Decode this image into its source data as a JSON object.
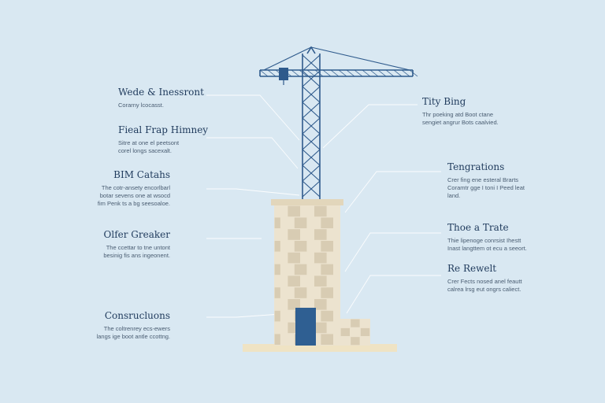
{
  "colors": {
    "background": "#d9e8f2",
    "crane": "#2e5a8c",
    "brick_light": "#ece3cf",
    "brick_dark": "#d8ccb3",
    "door": "#2f5f92",
    "ground": "#efe3c4",
    "leader_line": "#ffffff",
    "title_text": "#1f3a5c",
    "desc_text": "#4a5d72"
  },
  "callouts": {
    "left": [
      {
        "title": "Wede & Inessront",
        "desc": [
          "Corarny lcocasst."
        ]
      },
      {
        "title": "Fieal Frap Himney",
        "desc": [
          "Sitre at one el peetsont",
          "corel longs sacexalt."
        ]
      },
      {
        "title": "BIM Catahs",
        "desc": [
          "The cotr-ansety encorlbarl",
          "botar sevens one at wsocd",
          "fim Penk ts a bg seesoaloe."
        ]
      },
      {
        "title": "Olfer Greaker",
        "desc": [
          "The ccettar to tne untont",
          "besinig fis ans ingeonent."
        ]
      },
      {
        "title": "Consrucluons",
        "desc": [
          "The coltrenrey ecs-ewers",
          "langs ige boot antle ccottng."
        ]
      }
    ],
    "right": [
      {
        "title": "Tity Bing",
        "desc": [
          "Thr poeking atd Boot ctane",
          "sengiet angrur Bots caalvied."
        ]
      },
      {
        "title": "Tengrations",
        "desc": [
          "Crer fing ene esteral Brarts",
          "Coramtr gge I toni I Peed leat",
          "land."
        ]
      },
      {
        "title": "Thoe a Trate",
        "desc": [
          "Thie lipenoge conrsist Ihestt",
          "Inast langttem ot ecu a seeort."
        ]
      },
      {
        "title": "Re Rewelt",
        "desc": [
          "Crer Fects nosed anel feautt",
          "calrea lrsg eut ongrs caliect."
        ]
      }
    ]
  }
}
